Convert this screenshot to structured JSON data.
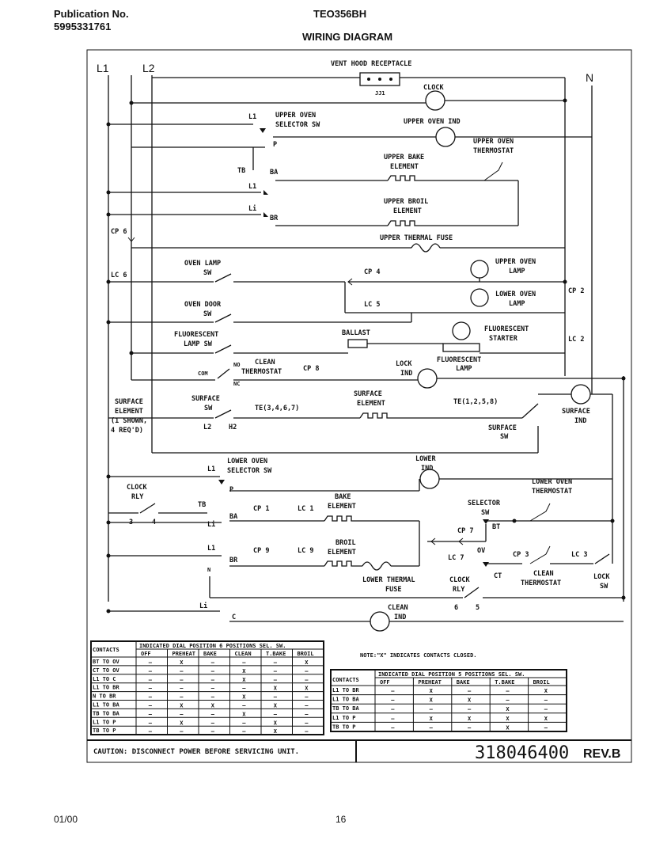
{
  "header": {
    "publication_label": "Publication No.",
    "publication_number": "5995331761",
    "model": "TEO356BH",
    "title": "WIRING DIAGRAM"
  },
  "footer": {
    "date": "01/00",
    "page": "16"
  },
  "lines": {
    "l1": "L1",
    "l2": "L2",
    "n": "N"
  },
  "components": {
    "vent_hood": "VENT HOOD RECEPTACLE",
    "jj1": "JJ1",
    "clock": "CLOCK",
    "upper_selector": "UPPER OVEN",
    "upper_selector2": "SELECTOR SW",
    "upper_oven_ind": "UPPER OVEN IND",
    "upper_thermostat": "UPPER OVEN",
    "upper_thermostat2": "THERMOSTAT",
    "upper_bake": "UPPER BAKE",
    "upper_bake2": "ELEMENT",
    "upper_broil": "UPPER BROIL",
    "upper_broil2": "ELEMENT",
    "upper_thermal_fuse": "UPPER THERMAL FUSE",
    "oven_lamp_sw": "OVEN LAMP",
    "oven_lamp_sw2": "SW",
    "upper_oven_lamp": "UPPER OVEN",
    "upper_oven_lamp2": "LAMP",
    "lower_oven_lamp": "LOWER OVEN",
    "lower_oven_lamp2": "LAMP",
    "oven_door_sw": "OVEN DOOR",
    "oven_door_sw2": "SW",
    "fluor_lamp_sw": "FLUORESCENT",
    "fluor_lamp_sw2": "LAMP SW",
    "ballast": "BALLAST",
    "fluor_starter": "FLUORESCENT",
    "fluor_starter2": "STARTER",
    "fluor_lamp": "FLUORESCENT",
    "fluor_lamp2": "LAMP",
    "clean_thermostat_top": "CLEAN",
    "clean_thermostat_top2": "THERMOSTAT",
    "lock_ind": "LOCK",
    "lock_ind2": "IND",
    "surface_element_left": "SURFACE",
    "surface_element_left2": "ELEMENT",
    "surface_element_left3": "(1 SHOWN,",
    "surface_element_left4": "4 REQ'D)",
    "surface_sw": "SURFACE",
    "surface_sw2": "SW",
    "surface_element": "SURFACE",
    "surface_element2": "ELEMENT",
    "te_left": "TE(3,4,6,7)",
    "te_right": "TE(1,2,5,8)",
    "surface_ind": "SURFACE",
    "surface_ind2": "IND",
    "surface_sw_right": "SURFACE",
    "surface_sw_right2": "SW",
    "lower_selector": "LOWER OVEN",
    "lower_selector2": "SELECTOR SW",
    "lower_ind": "LOWER",
    "lower_ind2": "IND",
    "lower_thermostat": "LOWER OVEN",
    "lower_thermostat2": "THERMOSTAT",
    "clock_rly": "CLOCK",
    "clock_rly2": "RLY",
    "bake_element": "BAKE",
    "bake_element2": "ELEMENT",
    "selector_sw": "SELECTOR",
    "selector_sw2": "SW",
    "broil_element": "BROIL",
    "broil_element2": "ELEMENT",
    "lower_thermal_fuse": "LOWER THERMAL",
    "lower_thermal_fuse2": "FUSE",
    "clean_thermostat": "CLEAN",
    "clean_thermostat2": "THERMOSTAT",
    "lock_sw": "LOCK",
    "lock_sw2": "SW",
    "clock_rly_b": "CLOCK",
    "clock_rly_b2": "RLY",
    "clean_ind": "CLEAN",
    "clean_ind2": "IND"
  },
  "terminals": {
    "l1": "L1",
    "p": "P",
    "tb": "TB",
    "ba": "BA",
    "br": "BR",
    "li": "Li",
    "cp6": "CP 6",
    "lc6": "LC 6",
    "cp4": "CP 4",
    "lc5": "LC 5",
    "cp2": "CP 2",
    "lc2": "LC 2",
    "no": "NO",
    "nc": "NC",
    "com": "COM",
    "cp8": "CP 8",
    "l2": "L2",
    "h2": "H2",
    "cp1": "CP 1",
    "lc1": "LC 1",
    "cp9": "CP 9",
    "lc9": "LC 9",
    "lc7": "LC 7",
    "cp7": "CP 7",
    "cp3": "CP 3",
    "lc3": "LC 3",
    "bt": "BT",
    "ov": "OV",
    "ct": "CT",
    "c": "C",
    "n": "N",
    "t3": "3",
    "t4": "4",
    "t6": "6",
    "t5": "5"
  },
  "note": "NOTE:\"X\" INDICATES CONTACTS CLOSED.",
  "caution": "CAUTION: DISCONNECT POWER BEFORE SERVICING UNIT.",
  "part_number": "318046400",
  "revision": "REV.B",
  "table_left": {
    "title": "INDICATED DIAL POSITION 6 POSITIONS SEL. SW.",
    "corner": "CONTACTS",
    "columns": [
      "OFF",
      "PREHEAT",
      "BAKE",
      "CLEAN",
      "T.BAKE",
      "BROIL"
    ],
    "rows": [
      {
        "label": "BT TO OV",
        "cells": [
          "—",
          "X",
          "—",
          "—",
          "—",
          "X"
        ]
      },
      {
        "label": "CT TO OV",
        "cells": [
          "—",
          "—",
          "—",
          "X",
          "—",
          "—"
        ]
      },
      {
        "label": "L1 TO C",
        "cells": [
          "—",
          "—",
          "—",
          "X",
          "—",
          "—"
        ]
      },
      {
        "label": "L1 TO BR",
        "cells": [
          "—",
          "—",
          "—",
          "—",
          "X",
          "X"
        ]
      },
      {
        "label": "N TO BR",
        "cells": [
          "—",
          "—",
          "—",
          "X",
          "—",
          "—"
        ]
      },
      {
        "label": "L1 TO BA",
        "cells": [
          "—",
          "X",
          "X",
          "—",
          "X",
          "—"
        ]
      },
      {
        "label": "TB TO BA",
        "cells": [
          "—",
          "—",
          "—",
          "X",
          "—",
          "—"
        ]
      },
      {
        "label": "L1 TO P",
        "cells": [
          "—",
          "X",
          "—",
          "—",
          "X",
          "—"
        ]
      },
      {
        "label": "TB TO P",
        "cells": [
          "—",
          "—",
          "—",
          "—",
          "X",
          "—"
        ]
      }
    ]
  },
  "table_right": {
    "title": "INDICATED DIAL POSITION 5 POSITIONS SEL. SW.",
    "corner": "CONTACTS",
    "columns": [
      "OFF",
      "PREHEAT",
      "BAKE",
      "T.BAKE",
      "BROIL"
    ],
    "rows": [
      {
        "label": "L1 TO BR",
        "cells": [
          "—",
          "X",
          "—",
          "—",
          "X"
        ]
      },
      {
        "label": "L1 TO BA",
        "cells": [
          "—",
          "X",
          "X",
          "—",
          "—"
        ]
      },
      {
        "label": "TB TO BA",
        "cells": [
          "—",
          "—",
          "—",
          "X",
          "—"
        ]
      },
      {
        "label": "L1 TO P",
        "cells": [
          "—",
          "X",
          "X",
          "X",
          "X"
        ]
      },
      {
        "label": "TB TO P",
        "cells": [
          "—",
          "—",
          "—",
          "X",
          "—"
        ]
      }
    ]
  }
}
